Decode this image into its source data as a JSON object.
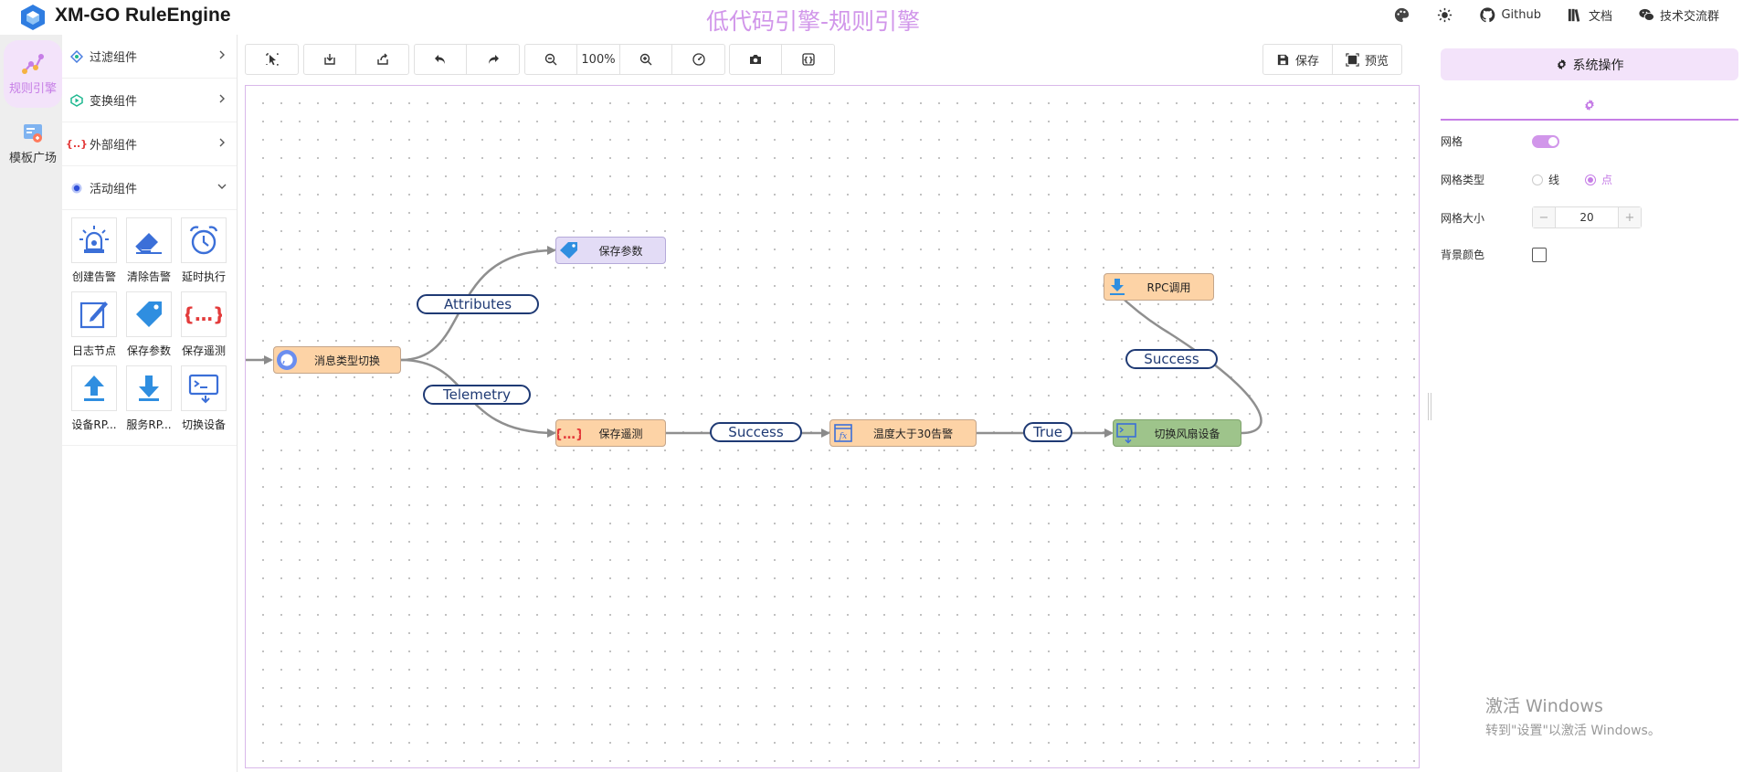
{
  "header": {
    "app_title": "XM-GO RuleEngine",
    "center_title": "低代码引擎-规则引擎",
    "github": "Github",
    "docs": "文档",
    "community": "技术交流群"
  },
  "rail": {
    "items": [
      {
        "label": "规则引擎",
        "icon": "rule-engine-icon"
      },
      {
        "label": "模板广场",
        "icon": "template-icon"
      }
    ]
  },
  "panel": {
    "groups": [
      {
        "label": "过滤组件",
        "icon": "filter-icon",
        "color": "#4a7ee0"
      },
      {
        "label": "变换组件",
        "icon": "transform-icon",
        "color": "#1fb890"
      },
      {
        "label": "外部组件",
        "icon": "external-icon",
        "color": "#e33b3b"
      },
      {
        "label": "活动组件",
        "icon": "action-icon",
        "color": "#2f4fd8"
      }
    ],
    "components": [
      {
        "label": "创建告警",
        "icon": "alarm-icon"
      },
      {
        "label": "清除告警",
        "icon": "eraser-icon"
      },
      {
        "label": "延时执行",
        "icon": "clock-icon"
      },
      {
        "label": "日志节点",
        "icon": "log-icon"
      },
      {
        "label": "保存参数",
        "icon": "tag-icon"
      },
      {
        "label": "保存遥测",
        "icon": "braces-icon"
      },
      {
        "label": "设备RP...",
        "icon": "upload-icon"
      },
      {
        "label": "服务RP...",
        "icon": "download-icon"
      },
      {
        "label": "切换设备",
        "icon": "switch-device-icon"
      }
    ]
  },
  "toolbar": {
    "zoom": "100%",
    "save": "保存",
    "preview": "预览"
  },
  "canvas": {
    "nodes": [
      {
        "id": "msgswitch",
        "label": "消息类型切换",
        "icon": "message-icon",
        "color": "#fdd3a6"
      },
      {
        "id": "saveattr",
        "label": "保存参数",
        "icon": "tag-icon",
        "color": "#e3dcf6"
      },
      {
        "id": "savetele",
        "label": "保存遥测",
        "icon": "braces-icon",
        "color": "#fdd3a6"
      },
      {
        "id": "temp",
        "label": "温度大于30告警",
        "icon": "function-icon",
        "color": "#fdd3a6"
      },
      {
        "id": "fan",
        "label": "切换风扇设备",
        "icon": "switch-device-icon",
        "color": "#9ec48b"
      },
      {
        "id": "rpc",
        "label": "RPC调用",
        "icon": "download-icon",
        "color": "#fdd3a6"
      }
    ],
    "edge_labels": [
      {
        "label": "Attributes"
      },
      {
        "label": "Telemetry"
      },
      {
        "label": "Success"
      },
      {
        "label": "True"
      },
      {
        "label": "Success"
      }
    ]
  },
  "rpanel": {
    "sysop": "系统操作",
    "grid_label": "网格",
    "grid_on": true,
    "grid_type_label": "网格类型",
    "grid_type_line": "线",
    "grid_type_dot": "点",
    "grid_type_selected": "点",
    "grid_size_label": "网格大小",
    "grid_size": "20",
    "bg_label": "背景颜色"
  },
  "watermark": {
    "line1": "激活 Windows",
    "line2": "转到\"设置\"以激活 Windows。"
  },
  "colors": {
    "accent": "#c67ee6",
    "accent_light": "#f3e3fa",
    "edge_label": "#1f3a74"
  }
}
